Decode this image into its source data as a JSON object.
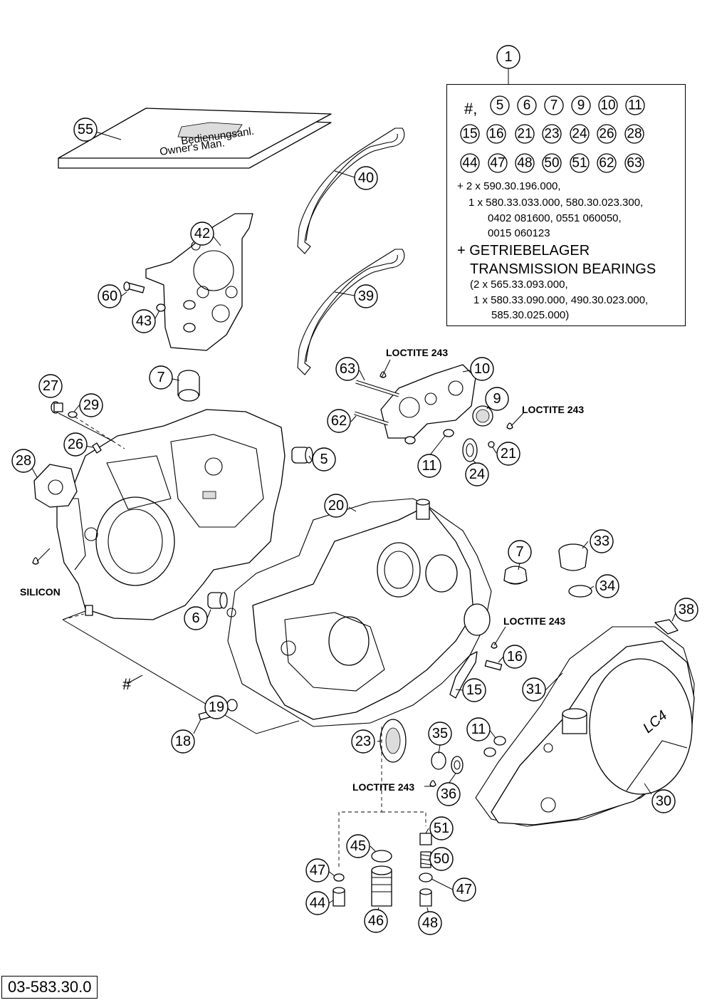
{
  "diagram_code": "03-583.30.0",
  "notes": {
    "loctite": "LOCTITE 243",
    "silicon": "SILICON",
    "hash": "#"
  },
  "kit": {
    "number": "1",
    "prefix": "#,",
    "row1": [
      "5",
      "6",
      "7",
      "9",
      "10",
      "11"
    ],
    "row2": [
      "15",
      "16",
      "21",
      "23",
      "24",
      "26",
      "28"
    ],
    "row3": [
      "44",
      "47",
      "48",
      "50",
      "51",
      "62",
      "63"
    ],
    "lines": [
      "+ 2 x 590.30.196.000,",
      "1 x 580.33.033.000, 580.30.023.300,",
      "0402 081600, 0551 060050,",
      "0015 060123"
    ],
    "bearing_head_1": "+ GETRIEBELAGER",
    "bearing_head_2": "TRANSMISSION BEARINGS",
    "bearing_lines": [
      "(2 x 565.33.093.000,",
      "1 x 580.33.090.000, 490.30.023.000,",
      "585.30.025.000)"
    ]
  },
  "manual_text": [
    "Bedienungsanl.",
    "Owner's Man."
  ],
  "cover_text": "LC4",
  "callouts": [
    "55",
    "40",
    "42",
    "39",
    "60",
    "43",
    "7",
    "10",
    "63",
    "9",
    "27",
    "29",
    "62",
    "26",
    "28",
    "5",
    "11",
    "21",
    "24",
    "20",
    "33",
    "7",
    "34",
    "6",
    "38",
    "16",
    "19",
    "15",
    "31",
    "18",
    "11",
    "35",
    "23",
    "36",
    "30",
    "51",
    "45",
    "50",
    "47",
    "47",
    "44",
    "46",
    "48"
  ]
}
